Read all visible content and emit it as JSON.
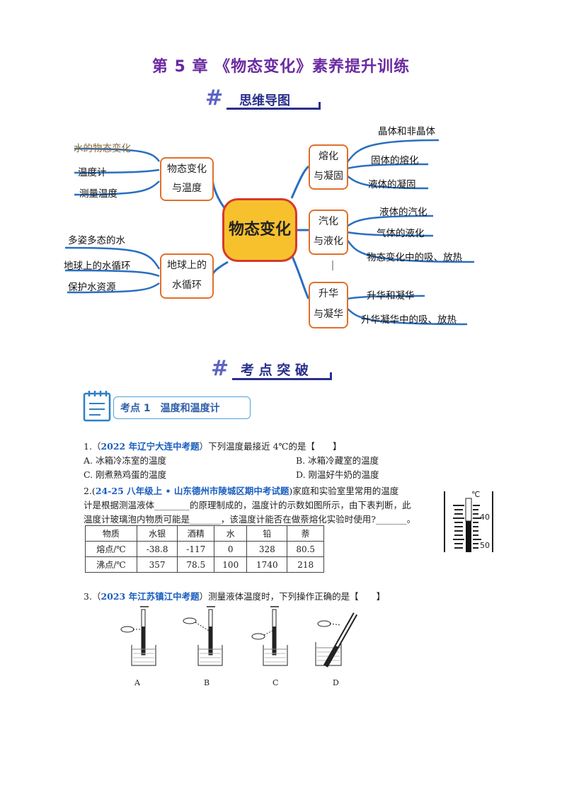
{
  "title": "第 5 章 《物态变化》素养提升训练",
  "section_mindmap": {
    "label": "思维导图"
  },
  "section_points": {
    "label": "考 点 突 破"
  },
  "mindmap": {
    "center": "物态变化",
    "left_top": {
      "node_line1": "物态变化",
      "node_line2": "与温度",
      "leaves": [
        "水的物态变化",
        "温度计",
        "测量温度"
      ]
    },
    "left_bottom": {
      "node_line1": "地球上的",
      "node_line2": "水循环",
      "leaves": [
        "多姿多态的水",
        "地球上的水循环",
        "保护水资源"
      ]
    },
    "right_top": {
      "node_line1": "熔化",
      "node_line2": "与凝固",
      "leaves": [
        "晶体和非晶体",
        "固体的熔化",
        "液体的凝固"
      ]
    },
    "right_mid": {
      "node_line1": "汽化",
      "node_line2": "与液化",
      "leaves": [
        "液体的汽化",
        "气体的液化",
        "物态变化中的吸、放热"
      ]
    },
    "right_bottom": {
      "node_line1": "升华",
      "node_line2": "与凝华",
      "leaves": [
        "升华和凝华",
        "升华凝华中的吸、放热"
      ]
    }
  },
  "kaodian": {
    "label": "考点 1　温度和温度计"
  },
  "q1": {
    "num": "1.（",
    "source": "2022 年辽宁大连中考题",
    "stem": "）下列温度最接近 4℃的是【　　】",
    "options": [
      "A. 冰箱冷冻室的温度",
      "B. 冰箱冷藏室的温度",
      "C. 刚煮熟鸡蛋的温度",
      "D. 刚温好牛奶的温度"
    ]
  },
  "q2": {
    "num": "2.(",
    "source": "24-25 八年级上 • 山东德州市陵城区期中考试题",
    "line1_tail": ")家庭和实验室里常用的温度",
    "line2": "计是根据测温液体________的原理制成的，温度计的示数如图所示，由下表判断，此",
    "line3": "温度计玻璃泡内物质可能是_______，该温度计能否在做萘熔化实验时使用?_______。",
    "table": {
      "header": [
        "物质",
        "水银",
        "酒精",
        "水",
        "铅",
        "萘"
      ],
      "rows": [
        [
          "熔点/℃",
          "-38.8",
          "-117",
          "0",
          "328",
          "80.5"
        ],
        [
          "沸点/℃",
          "357",
          "78.5",
          "100",
          "1740",
          "218"
        ]
      ]
    },
    "thermometer": {
      "unit": "℃",
      "tick_40": "40",
      "tick_50": "50"
    }
  },
  "q3": {
    "num": "3.（",
    "source": "2023 年江苏镇江中考题",
    "stem": "）测量液体温度时，下列操作正确的是【　　】",
    "options": [
      "A",
      "B",
      "C",
      "D"
    ]
  },
  "colors": {
    "title": "#6a2aa0",
    "accent_blue": "#1a5dbf",
    "center_fill": "#f7c12e",
    "center_border": "#d63a2a",
    "node_border": "#e0702a"
  }
}
